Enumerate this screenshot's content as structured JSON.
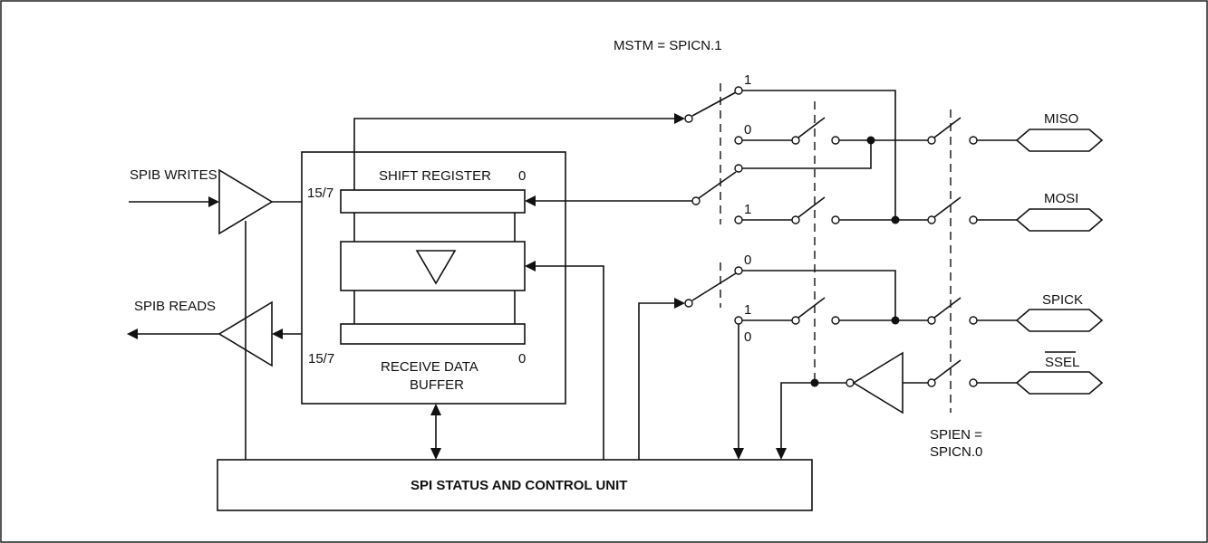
{
  "labels": {
    "mstm": "MSTM = SPICN.1",
    "spib_writes": "SPIB WRITES",
    "spib_reads": "SPIB READS",
    "shift_register": "SHIFT REGISTER",
    "bit_high_top": "15/7",
    "bit_low_top": "0",
    "bit_high_bottom": "15/7",
    "bit_low_bottom": "0",
    "receive_data": "RECEIVE DATA",
    "buffer": "BUFFER",
    "control_unit": "SPI STATUS AND CONTROL UNIT",
    "spien_1": "SPIEN =",
    "spien_2": "SPICN.0",
    "pin_miso": "MISO",
    "pin_mosi": "MOSI",
    "pin_spick": "SPICK",
    "pin_ssel": "SSEL",
    "sw_miso_top": "1",
    "sw_miso_bottom": "0",
    "sw_mosi": "1",
    "sw_spick_top": "0",
    "sw_spick_bottom": "1",
    "sw_spick_extra": "0"
  }
}
